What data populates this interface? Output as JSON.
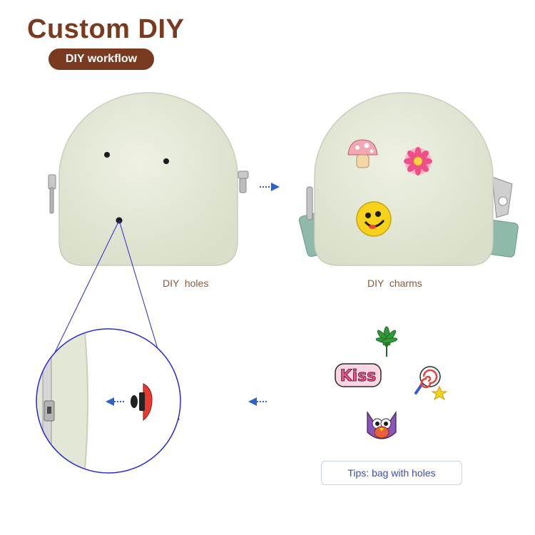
{
  "header": {
    "title": "Custom DIY",
    "subtitle_pill": "DIY workflow"
  },
  "captions": {
    "holes": "DIY  holes",
    "charms": "DIY  charms"
  },
  "tips": {
    "label": "Tips: bag with holes"
  },
  "charms": {
    "kiss_text": "Kiss"
  },
  "colors": {
    "brand_brown": "#7a3a1f",
    "bag_body": "#e3e8d6",
    "strap_teal": "#8fb9a8",
    "arrow_blue": "#2f62c9",
    "magnifier_line": "#2a2ad0"
  }
}
